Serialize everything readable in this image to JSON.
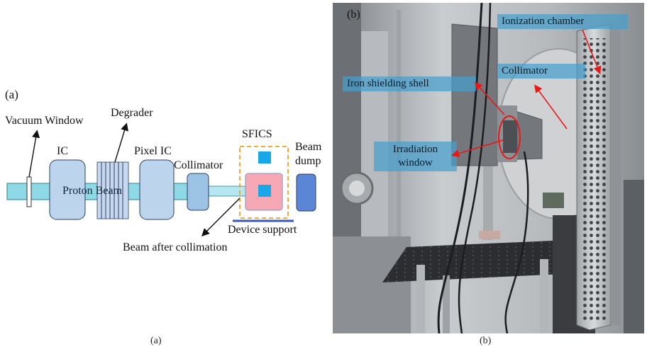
{
  "panel_a": {
    "tag": "(a)",
    "labels": {
      "vacuum_window": "Vacuum Window",
      "degrader": "Degrader",
      "ic": "IC",
      "pixel_ic": "Pixel IC",
      "collimator": "Collimator",
      "sfics": "SFICS",
      "beam_dump_line1": "Beam",
      "beam_dump_line2": "dump",
      "proton_beam": "Proton Beam",
      "device_support": "Device support",
      "beam_after": "Beam  after collimation"
    },
    "colors": {
      "beam": "#8fd8e6",
      "ic_box": "#bcd4ec",
      "collimator": "#9cc2e4",
      "sfics_border": "#f0a020",
      "sfics_small": "#18a8e8",
      "sfics_pink": "#f6a8b4",
      "beam_dump": "#5b86d6",
      "support": "#3a58b8"
    }
  },
  "panel_b": {
    "tag": "(b)",
    "labels": {
      "ionization_chamber": "Ionization chamber",
      "collimator": "Collimator",
      "iron_shell": "Iron shielding shell",
      "irradiation_line1": "Irradiation",
      "irradiation_line2": "window"
    },
    "colors": {
      "label_bg": "#46a0cd",
      "arrow": "#e81818"
    }
  },
  "captions": {
    "a": "(a)",
    "b": "(b)"
  }
}
